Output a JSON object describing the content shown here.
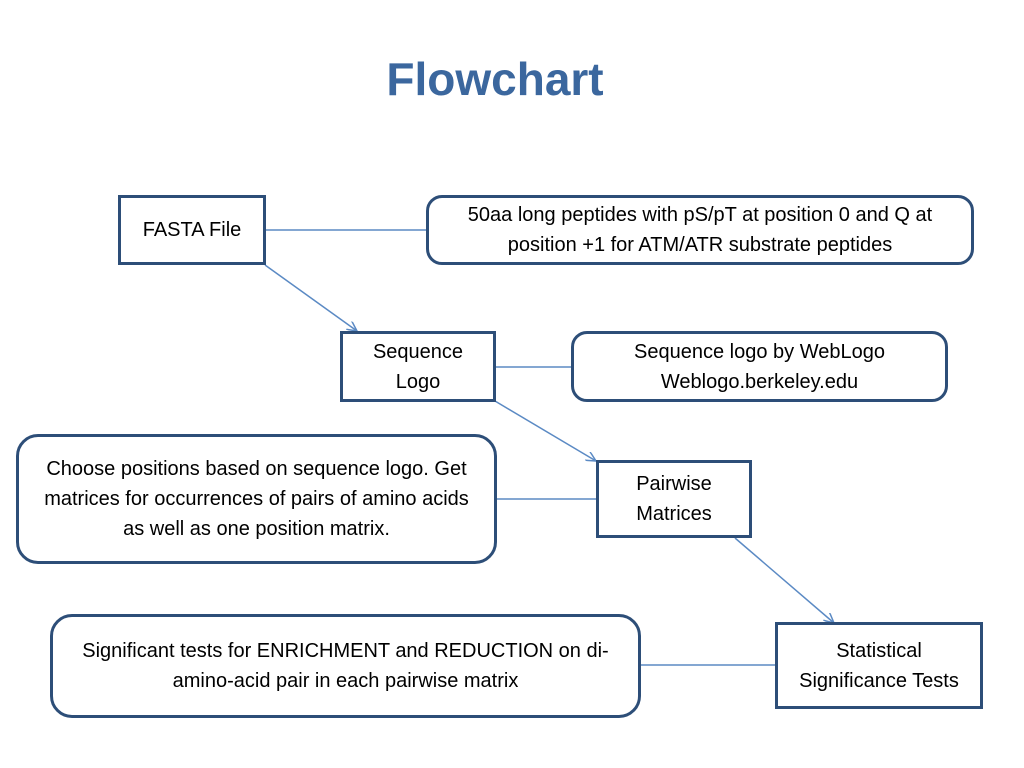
{
  "title": "Flowchart",
  "colors": {
    "title": "#3b679e",
    "box_border": "#2d4e78",
    "connector": "#5b8ac4"
  },
  "nodes": {
    "fasta_file": "FASTA File",
    "sequence_logo": "Sequence Logo",
    "pairwise_matrices": "Pairwise Matrices",
    "statistical_tests": "Statistical Significance Tests"
  },
  "notes": {
    "fasta_note": "50aa long peptides with pS/pT at position 0 and Q at position +1 for ATM/ATR substrate peptides",
    "logo_note": "Sequence logo by WebLogo Weblogo.berkeley.edu",
    "matrices_note": "Choose positions based on sequence logo. Get matrices for occurrences of pairs of amino acids as well as one position matrix.",
    "tests_note": "Significant tests for ENRICHMENT and REDUCTION on di-amino-acid pair in each pairwise matrix"
  }
}
